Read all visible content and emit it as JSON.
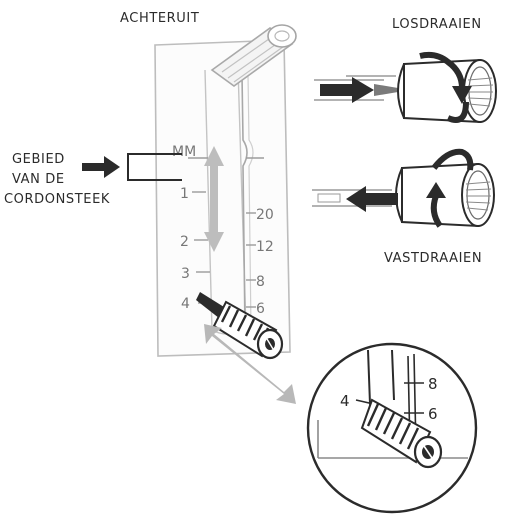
{
  "labels": {
    "reverse": "ACHTERUIT",
    "loosen": "LOSDRAAIEN",
    "tighten": "VASTDRAAIEN",
    "range_line1": "GEBIED",
    "range_line2": "VAN DE",
    "range_line3": "CORDONSTEEK"
  },
  "scale": {
    "left_header": "MM",
    "left_marks": [
      "1",
      "2",
      "3",
      "4"
    ],
    "right_marks": [
      "20",
      "12",
      "8",
      "6"
    ]
  },
  "inset": {
    "left_mark": "4",
    "right_marks": [
      "8",
      "6"
    ]
  },
  "colors": {
    "ink": "#2b2b2b",
    "light_ink": "#9a9a9a",
    "pale": "#c9c9c9"
  }
}
